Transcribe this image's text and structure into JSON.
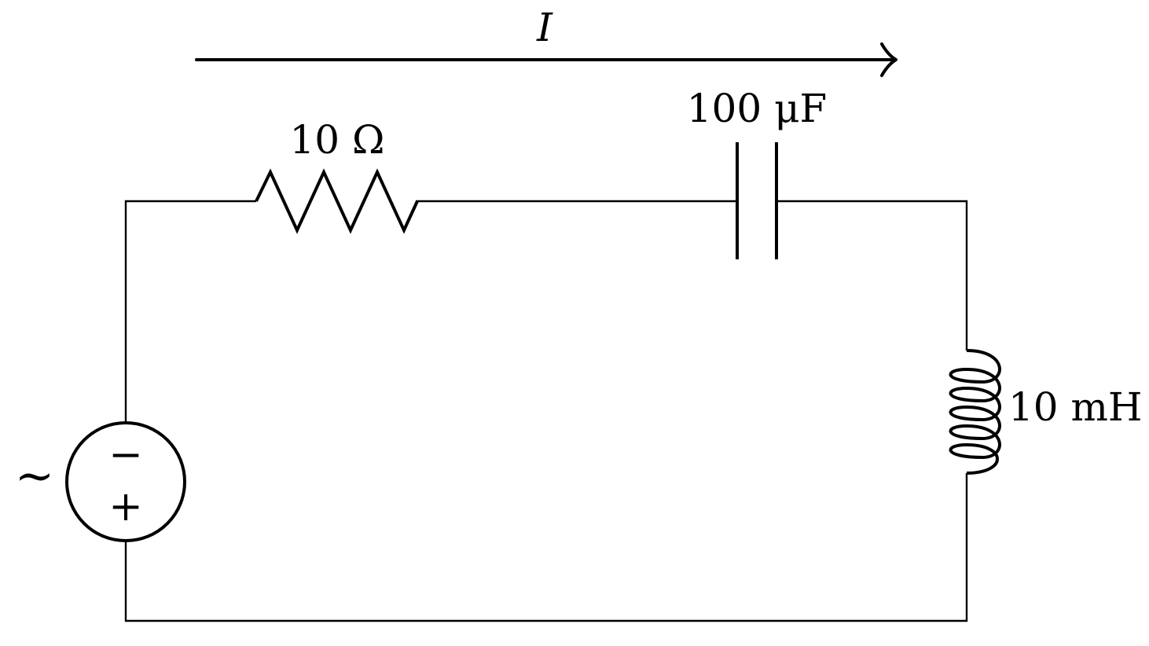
{
  "diagram": {
    "current_label": "I",
    "resistor_label": "10 Ω",
    "capacitor_label": "100 μF",
    "inductor_label": "10 mH",
    "source_symbol": "~",
    "source_minus": "−",
    "source_plus": "+"
  }
}
